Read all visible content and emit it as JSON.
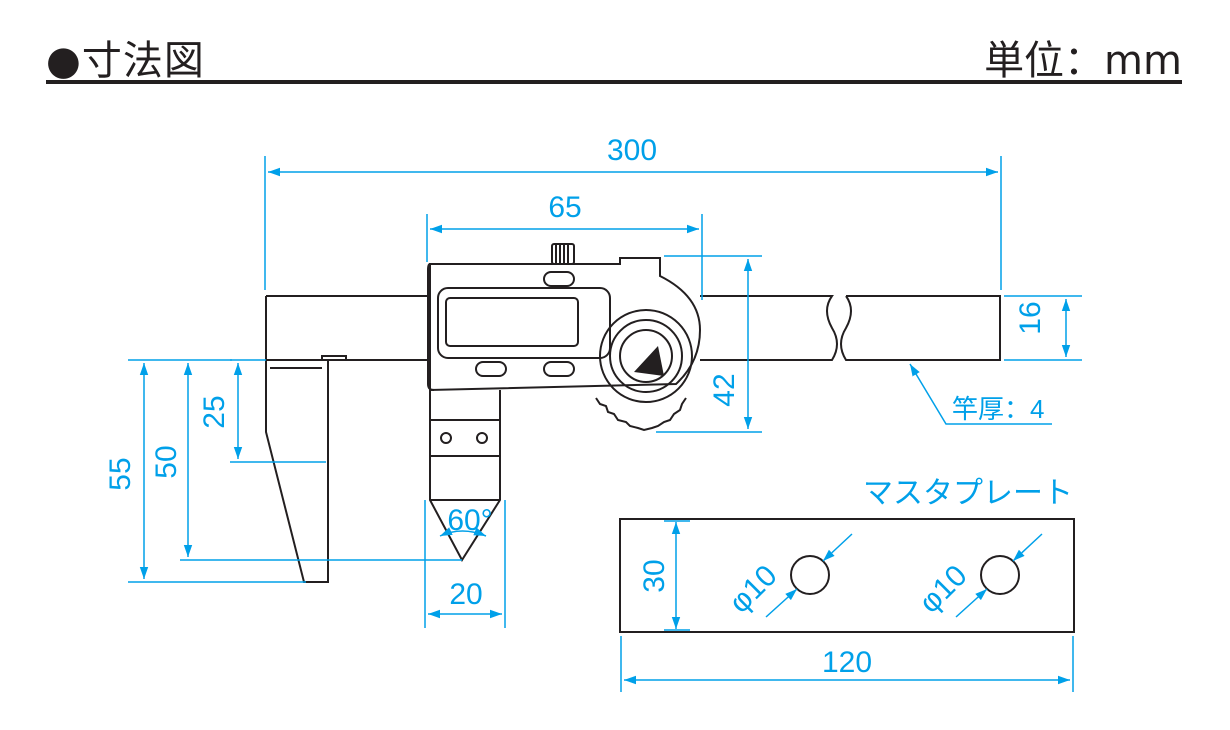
{
  "header": {
    "title": "●寸法図",
    "unit": "単位：mm"
  },
  "dimensions": {
    "overall_length": "300",
    "head_width": "65",
    "beam_height": "16",
    "head_height": "42",
    "jaw_25": "25",
    "jaw_50": "50",
    "jaw_55": "55",
    "tip_angle": "60°",
    "tip_width": "20",
    "beam_thickness": "竿厚：4"
  },
  "master_plate": {
    "title": "マスタプレート",
    "height": "30",
    "width": "120",
    "hole_1": "φ10",
    "hole_2": "φ10"
  },
  "colors": {
    "dimension": "#00a0e9",
    "outline": "#231f20"
  }
}
